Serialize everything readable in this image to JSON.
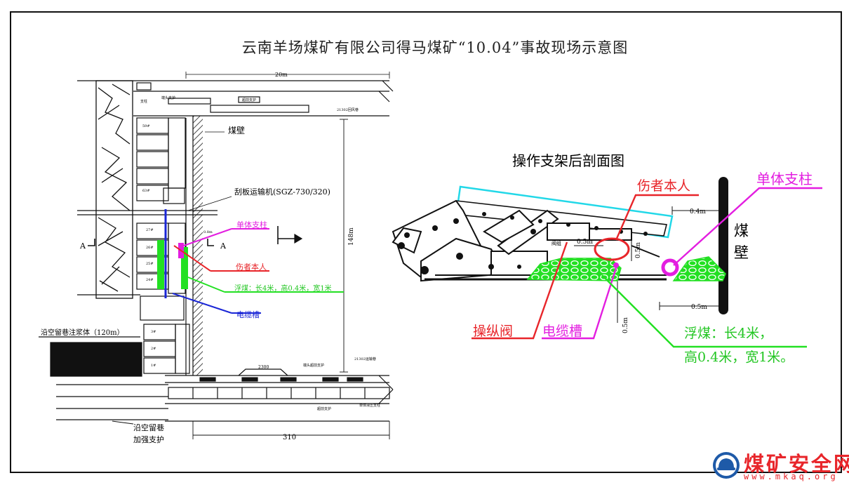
{
  "title": "云南羊场煤矿有限公司得马煤矿“10.04”事故现场示意图",
  "plan": {
    "dim_top": "20m",
    "dim_vertical": "148m",
    "dim_bottom": "310",
    "dim_small_2300": "2300",
    "label_meibi": "煤壁",
    "label_conveyor": "刮板运输机(SGZ-730/320)",
    "label_prop": "单体支柱",
    "label_injured": "伤者本人",
    "label_coal": "浮煤：长4米，高0.4米，宽1米",
    "label_cable": "电缆槽",
    "label_goaf_grout": "沿空留巷注浆体（120m）",
    "label_goaf_lane": "沿空留巷",
    "label_reinforce": "加强支护",
    "label_A_left": "A",
    "label_A_right": "A",
    "tiny_top_left": "端头支护",
    "tiny_top_mid": "超前支护",
    "tiny_top_right": "21302回风巷",
    "tiny_bottom_mid": "端头超前支护",
    "tiny_bottom_right": "21302运输巷",
    "tiny_bottom_reinf": "超前支护",
    "tiny_bottom_rail": "单体液压支柱",
    "tiny_top_small": "支柱",
    "tiny_dim_08": "0.8m",
    "supports": [
      "59#",
      "63#",
      "27#",
      "26#",
      "25#",
      "24#",
      "3#",
      "2#",
      "1#"
    ]
  },
  "section": {
    "title": "操作支架后剖面图",
    "label_injured": "伤者本人",
    "label_prop": "单体支柱",
    "label_meibi_1": "煤",
    "label_meibi_2": "壁",
    "label_valve": "操纵阀",
    "label_cable": "电缆槽",
    "label_coal_1": "浮煤：长4米，",
    "label_coal_2": "高0.4米，宽1米。",
    "dim_04_top": "0.4m",
    "dim_05_bottom": "0.5m",
    "dim_05_mid": "0.5m",
    "dim_05_vert": "0.5m",
    "dim_05_valve": "0.5m",
    "tiny_valve_box": "阀组"
  },
  "watermark": {
    "title": "煤矿安全网",
    "url": "www.mkaq.org"
  },
  "colors": {
    "red": "#e8252a",
    "magenta": "#e31ee0",
    "green": "#22e022",
    "blue": "#1a26d6",
    "cyan": "#22d8e8"
  }
}
